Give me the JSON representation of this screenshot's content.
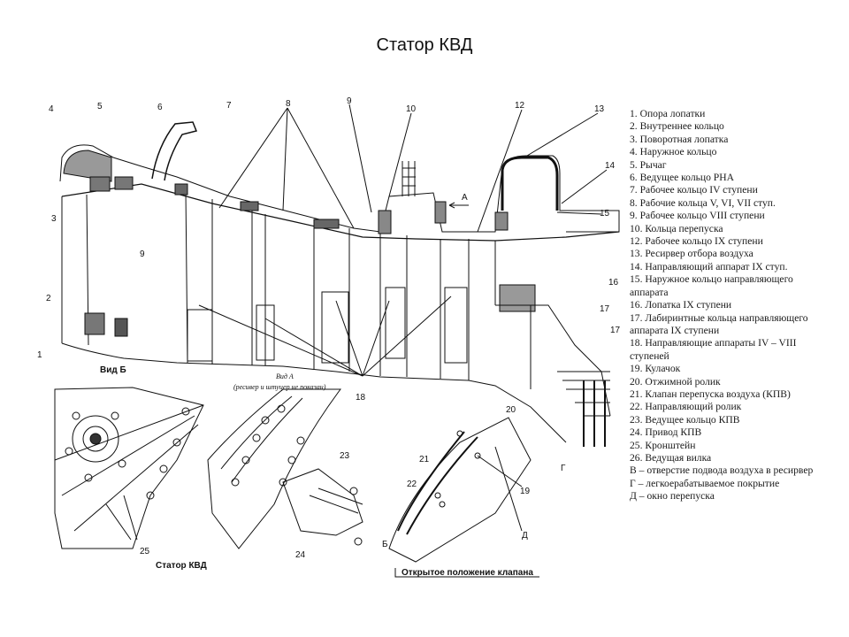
{
  "title": "Статор КВД",
  "legend": [
    "1. Опора лопатки",
    "2. Внутреннее кольцо",
    "3. Поворотная лопатка",
    "4. Наружное кольцо",
    "5. Рычаг",
    "6. Ведущее кольцо РНА",
    "7. Рабочее кольцо IV ступени",
    "8. Рабочие кольца V, VI, VII ступ.",
    "9. Рабочее кольцо VIII ступени",
    "10. Кольца перепуска",
    "12. Рабочее кольцо IX ступени",
    "13. Ресирвер отбора воздуха",
    "14. Направляющий аппарат IX ступ.",
    "15. Наружное кольцо направляющего аппарата",
    "16. Лопатка IX ступени",
    "17. Лабиринтные кольца направляющего аппарата IX ступени",
    "18. Направляющие аппараты IV – VIII ступеней",
    "19. Кулачок",
    "20. Отжимной ролик",
    "21. Клапан перепуска воздуха (КПВ)",
    "22. Направляющий ролик",
    "23. Ведущее кольцо КПВ",
    "24. Привод КПВ",
    "25. Кронштейн",
    "26. Ведущая вилка",
    "В – отверстие подвода воздуха в ресирвер",
    "Г – легкоерабатываемое покрытие",
    "Д – окно перепуска"
  ],
  "callouts": {
    "n1": "1",
    "n2": "2",
    "n3": "3",
    "n4": "4",
    "n5": "5",
    "n6": "6",
    "n7": "7",
    "n8": "8",
    "n9": "9",
    "n10": "10",
    "n12": "12",
    "n13": "13",
    "n14": "14",
    "n15": "15",
    "n16": "16",
    "n17": "17",
    "n17b": "17",
    "n18": "18",
    "n19": "19",
    "n20": "20",
    "n21": "21",
    "n22": "22",
    "n23": "23",
    "n24": "24",
    "n25": "25",
    "arrowA": "А",
    "letterG": "Г",
    "letterD": "Д",
    "letterB": "Б",
    "smallD": "9"
  },
  "captions": {
    "view_b": "Вид Б",
    "view_a": "Вид А",
    "view_a_note": "(ресивер и штуцер не показан)",
    "stator_kvd": "Статор КВД",
    "open_valve": "Открытое положение клапана"
  }
}
